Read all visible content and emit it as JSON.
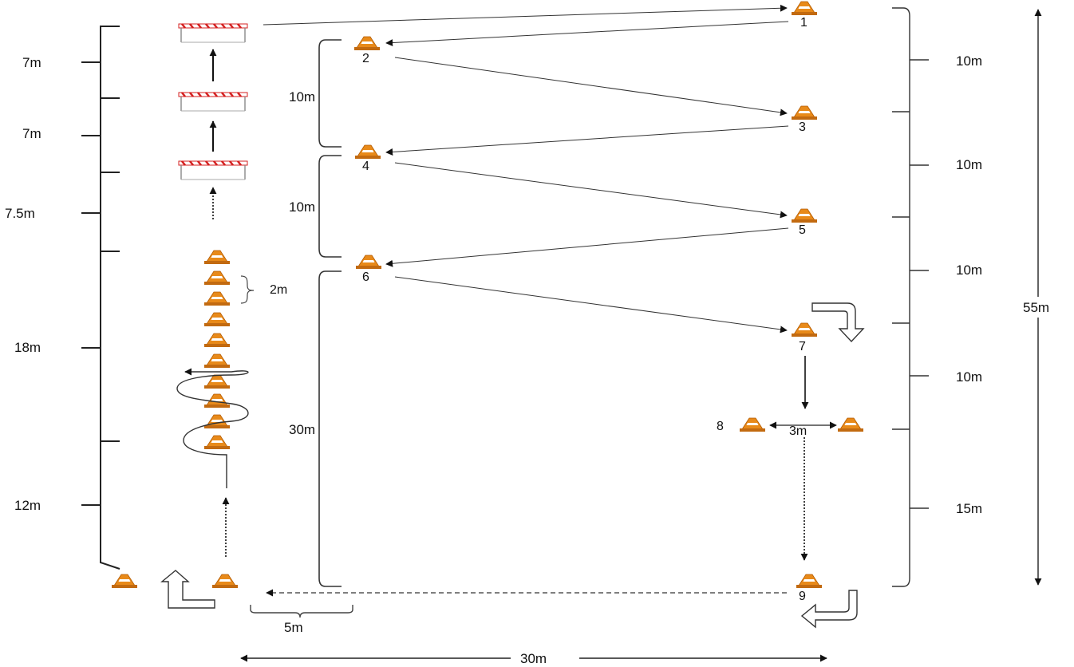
{
  "cone_numbers": [
    "1",
    "2",
    "3",
    "4",
    "5",
    "6",
    "7",
    "8",
    "9"
  ],
  "left_distances": [
    "7m",
    "7m",
    "7.5m",
    "18m",
    "12m"
  ],
  "middle_distances": [
    "10m",
    "10m",
    "30m"
  ],
  "right_distances": [
    "10m",
    "10m",
    "10m",
    "10m",
    "15m"
  ],
  "total_length": "55m",
  "total_width": "30m",
  "cone_spacing": "2m",
  "bottom_offset": "5m",
  "cone8_gap": "3m",
  "colors": {
    "line": "#222222",
    "thin_line": "#444444",
    "cone_orange": "#e88a1a",
    "cone_dark": "#b35a00",
    "cone_stripe": "#ffffff",
    "hurdle_red": "#d42020"
  }
}
